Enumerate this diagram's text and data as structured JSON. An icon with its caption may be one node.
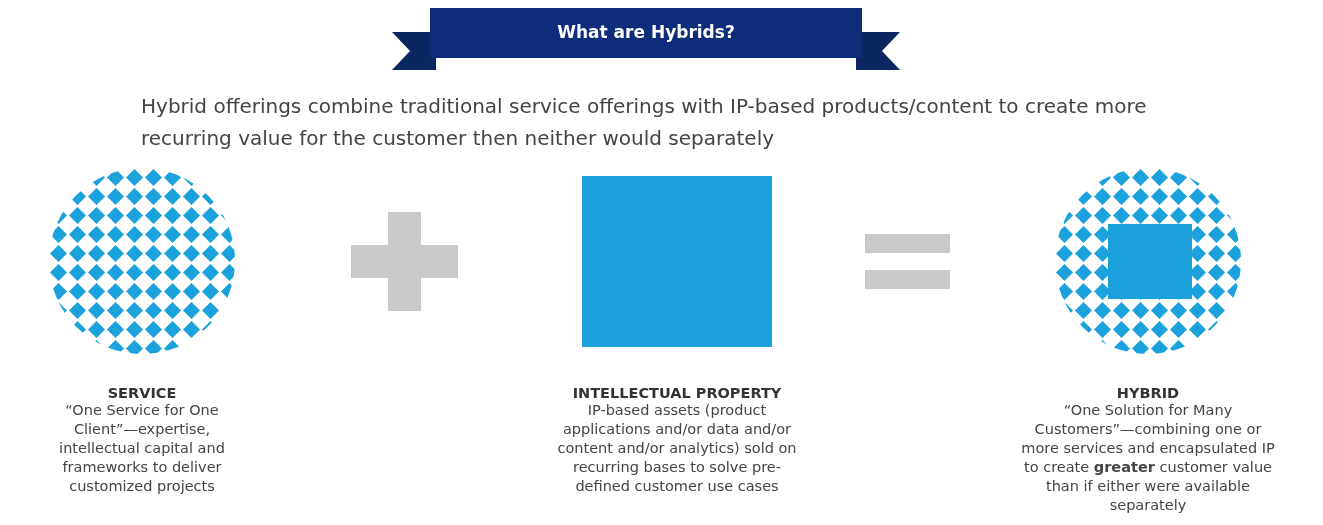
{
  "diagram": {
    "title": "What are Hybrids?",
    "nodes": [
      {
        "text": [
          "SERVICE",
          "“One Service for One Client”—expertise, intellectual capital and frameworks to deliver customized projects"
        ]
      },
      {
        "text": [
          "INTELLECTUAL PROPERTY",
          "IP-based assets (product applications and/or data and/or content and/or analytics) sold on recurring bases to solve pre-defined customer use cases"
        ]
      },
      {
        "text": [
          "HYBRID",
          "“One Solution for Many Customers”—combining one or more services and encapsulated IP to create **greater** customer value than if either were available separately"
        ]
      }
    ],
    "edges": [],
    "labels": [
      "Hybrid offerings combine traditional service offerings with IP-based products/content to create more recurring value for the customer then neither would separately"
    ]
  }
}
